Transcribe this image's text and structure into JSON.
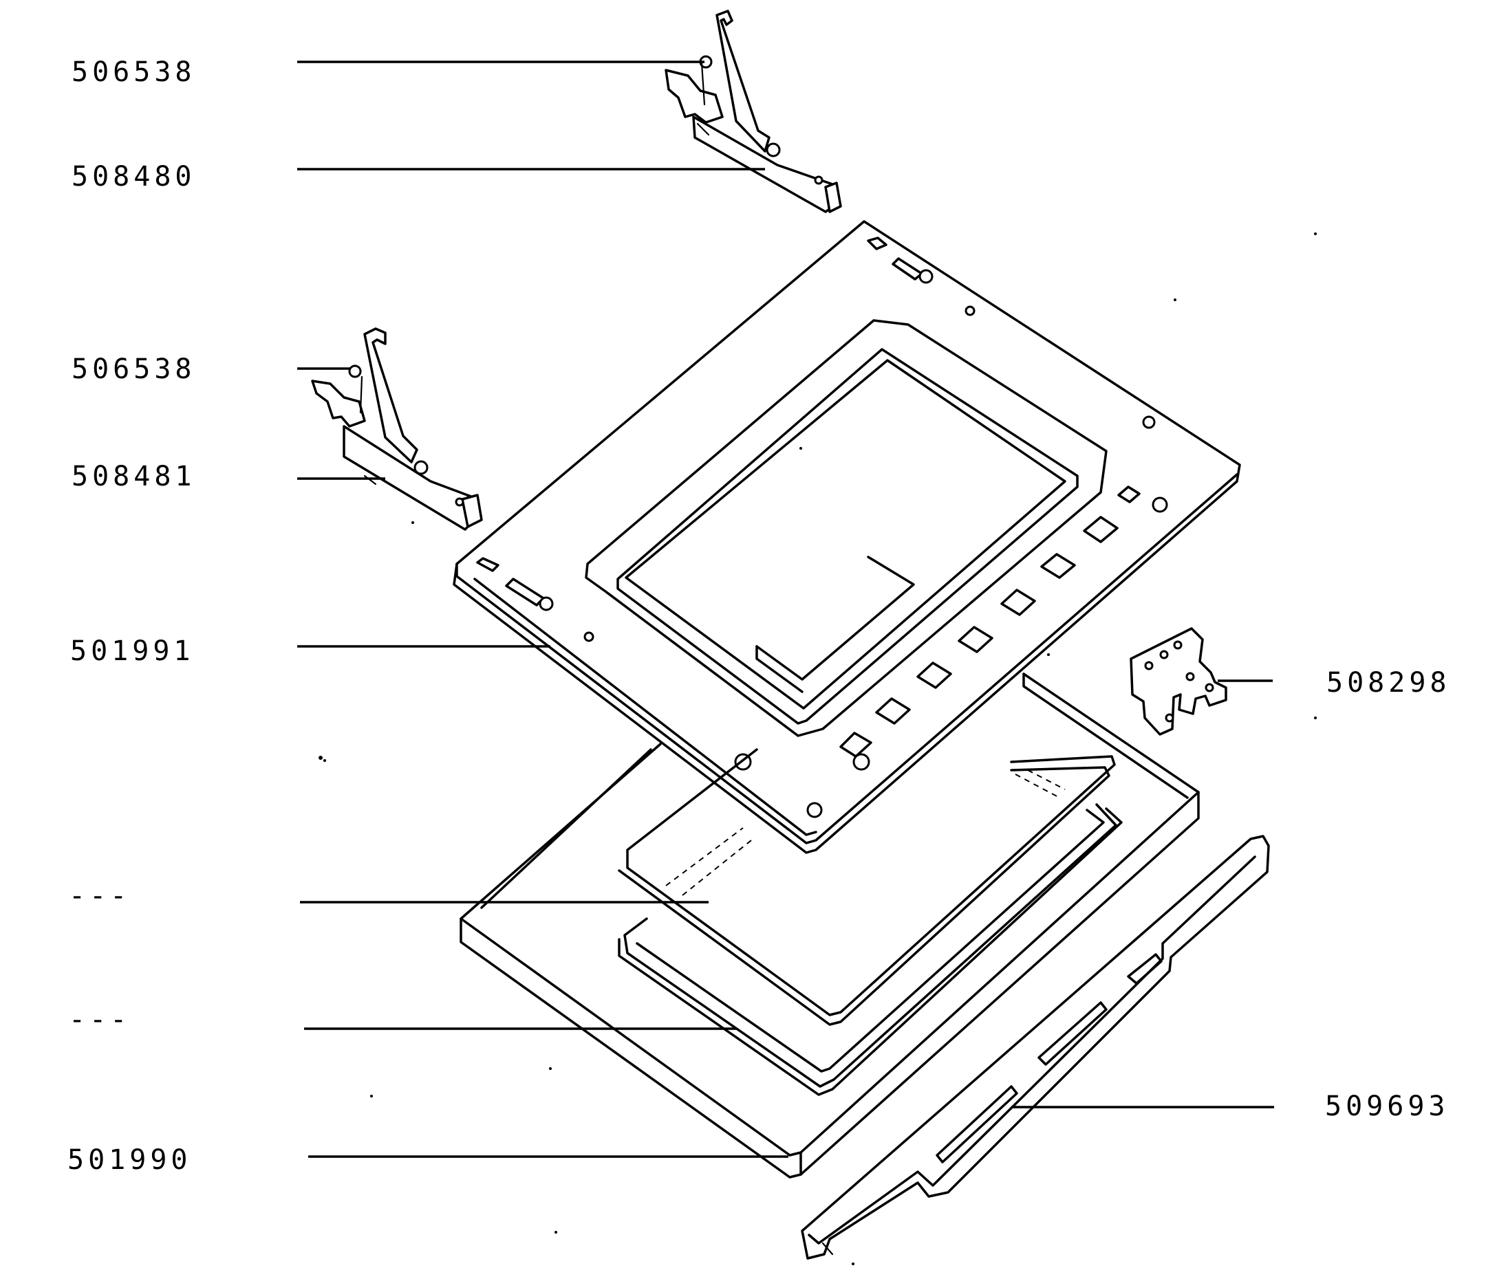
{
  "callouts": [
    {
      "id": "hinge-pin-top",
      "label": "506538"
    },
    {
      "id": "hinge-right",
      "label": "508480"
    },
    {
      "id": "hinge-pin-lower",
      "label": "506538"
    },
    {
      "id": "hinge-left",
      "label": "508481"
    },
    {
      "id": "inner-door-panel",
      "label": "501991"
    },
    {
      "id": "glass-pane",
      "label": "---"
    },
    {
      "id": "glass-seal",
      "label": "---"
    },
    {
      "id": "outer-door-frame",
      "label": "501990"
    },
    {
      "id": "bracket",
      "label": "508298"
    },
    {
      "id": "handle-rail",
      "label": "509693"
    }
  ]
}
